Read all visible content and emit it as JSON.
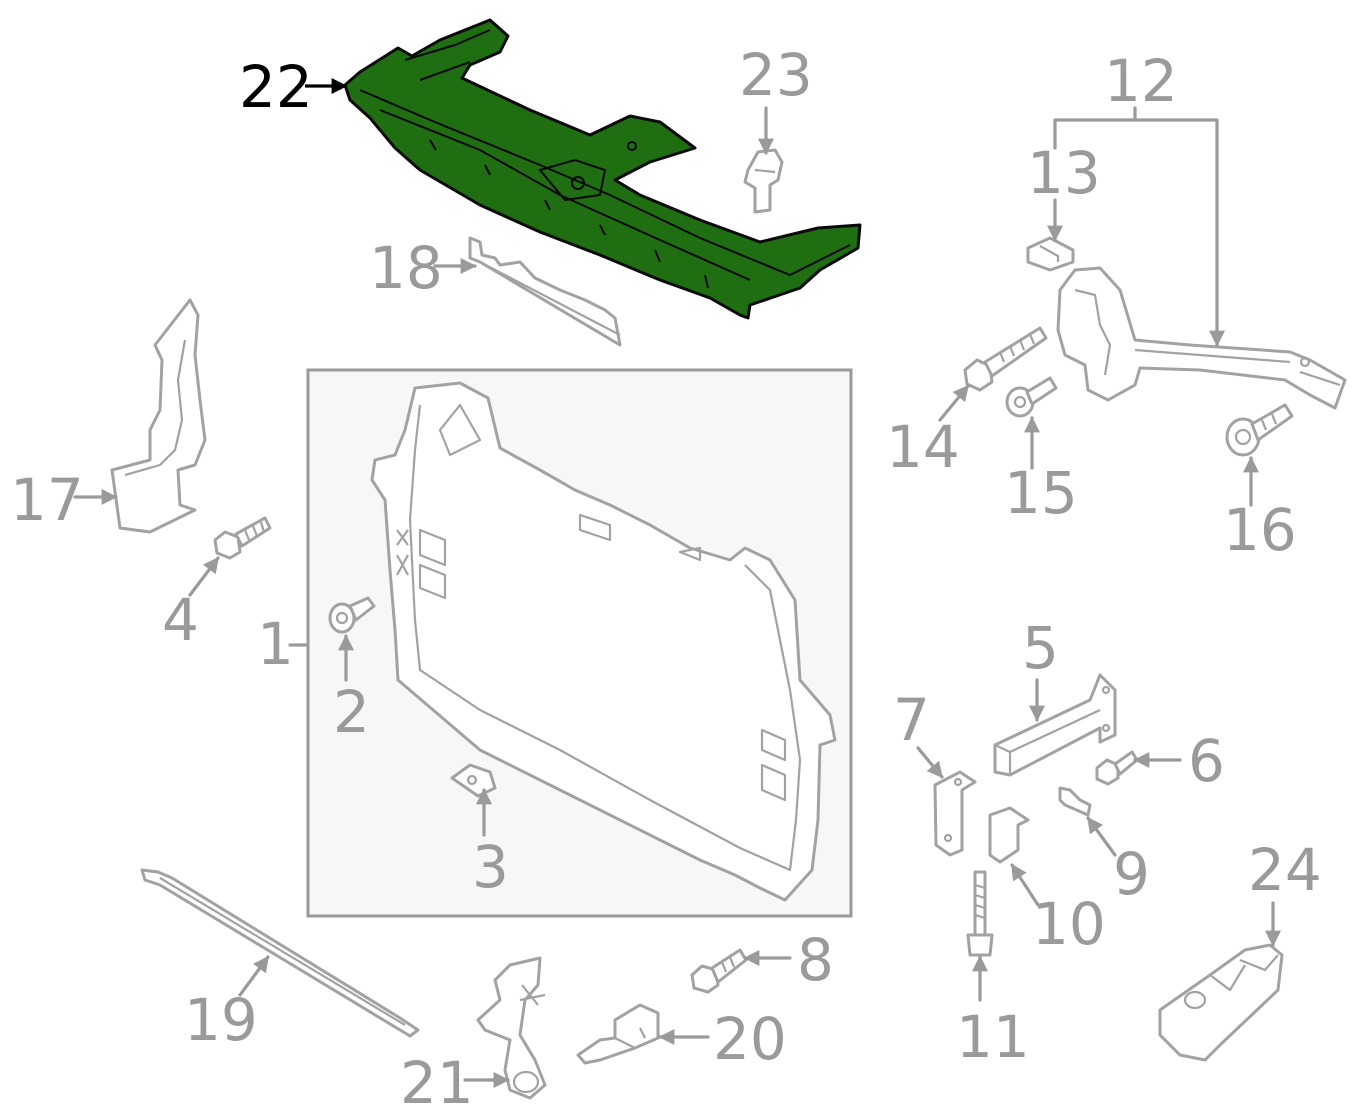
{
  "diagram": {
    "highlight_color": "#1f6e12",
    "line_color": "#9a9a9a",
    "callouts": [
      {
        "id": "c1",
        "label": "1"
      },
      {
        "id": "c2",
        "label": "2"
      },
      {
        "id": "c3",
        "label": "3"
      },
      {
        "id": "c4",
        "label": "4"
      },
      {
        "id": "c5",
        "label": "5"
      },
      {
        "id": "c6",
        "label": "6"
      },
      {
        "id": "c7",
        "label": "7"
      },
      {
        "id": "c8",
        "label": "8"
      },
      {
        "id": "c9",
        "label": "9"
      },
      {
        "id": "c10",
        "label": "10"
      },
      {
        "id": "c11",
        "label": "11"
      },
      {
        "id": "c12",
        "label": "12"
      },
      {
        "id": "c13",
        "label": "13"
      },
      {
        "id": "c14",
        "label": "14"
      },
      {
        "id": "c15",
        "label": "15"
      },
      {
        "id": "c16",
        "label": "16"
      },
      {
        "id": "c17",
        "label": "17"
      },
      {
        "id": "c18",
        "label": "18"
      },
      {
        "id": "c19",
        "label": "19"
      },
      {
        "id": "c20",
        "label": "20"
      },
      {
        "id": "c21",
        "label": "21"
      },
      {
        "id": "c22",
        "label": "22",
        "highlighted": true
      },
      {
        "id": "c23",
        "label": "23"
      },
      {
        "id": "c24",
        "label": "24"
      }
    ]
  }
}
